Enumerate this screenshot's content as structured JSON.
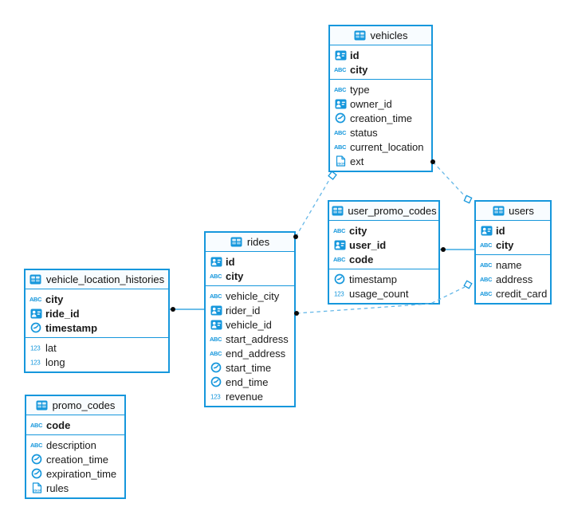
{
  "diagram": {
    "tool": "database-er-diagram",
    "colors": {
      "accent": "#1697dc",
      "dashed_line": "#66b8e8",
      "text": "#1a1a1a",
      "marker_dot": "#0a0a0a",
      "header_background": "#f8fcff"
    },
    "tables": [
      {
        "name": "vehicles",
        "columns": [
          {
            "label": "id",
            "type_icon": "id-badge",
            "key": true
          },
          {
            "label": "city",
            "type_icon": "text",
            "key": true
          },
          {
            "label": "type",
            "type_icon": "text",
            "key": false
          },
          {
            "label": "owner_id",
            "type_icon": "id-badge",
            "key": false
          },
          {
            "label": "creation_time",
            "type_icon": "timestamp",
            "key": false
          },
          {
            "label": "status",
            "type_icon": "text",
            "key": false
          },
          {
            "label": "current_location",
            "type_icon": "text",
            "key": false
          },
          {
            "label": "ext",
            "type_icon": "json",
            "key": false
          }
        ]
      },
      {
        "name": "user_promo_codes",
        "columns": [
          {
            "label": "city",
            "type_icon": "text",
            "key": true
          },
          {
            "label": "user_id",
            "type_icon": "id-badge",
            "key": true
          },
          {
            "label": "code",
            "type_icon": "text",
            "key": true
          },
          {
            "label": "timestamp",
            "type_icon": "timestamp",
            "key": false
          },
          {
            "label": "usage_count",
            "type_icon": "number",
            "key": false
          }
        ]
      },
      {
        "name": "users",
        "columns": [
          {
            "label": "id",
            "type_icon": "id-badge",
            "key": true
          },
          {
            "label": "city",
            "type_icon": "text",
            "key": true
          },
          {
            "label": "name",
            "type_icon": "text",
            "key": false
          },
          {
            "label": "address",
            "type_icon": "text",
            "key": false
          },
          {
            "label": "credit_card",
            "type_icon": "text",
            "key": false
          }
        ]
      },
      {
        "name": "rides",
        "columns": [
          {
            "label": "id",
            "type_icon": "id-badge",
            "key": true
          },
          {
            "label": "city",
            "type_icon": "text",
            "key": true
          },
          {
            "label": "vehicle_city",
            "type_icon": "text",
            "key": false
          },
          {
            "label": "rider_id",
            "type_icon": "id-badge",
            "key": false
          },
          {
            "label": "vehicle_id",
            "type_icon": "id-badge",
            "key": false
          },
          {
            "label": "start_address",
            "type_icon": "text",
            "key": false
          },
          {
            "label": "end_address",
            "type_icon": "text",
            "key": false
          },
          {
            "label": "start_time",
            "type_icon": "timestamp",
            "key": false
          },
          {
            "label": "end_time",
            "type_icon": "timestamp",
            "key": false
          },
          {
            "label": "revenue",
            "type_icon": "number",
            "key": false
          }
        ]
      },
      {
        "name": "vehicle_location_histories",
        "columns": [
          {
            "label": "city",
            "type_icon": "text",
            "key": true
          },
          {
            "label": "ride_id",
            "type_icon": "id-badge",
            "key": true
          },
          {
            "label": "timestamp",
            "type_icon": "timestamp",
            "key": true
          },
          {
            "label": "lat",
            "type_icon": "number",
            "key": false
          },
          {
            "label": "long",
            "type_icon": "number",
            "key": false
          }
        ]
      },
      {
        "name": "promo_codes",
        "columns": [
          {
            "label": "code",
            "type_icon": "text",
            "key": true
          },
          {
            "label": "description",
            "type_icon": "text",
            "key": false
          },
          {
            "label": "creation_time",
            "type_icon": "timestamp",
            "key": false
          },
          {
            "label": "expiration_time",
            "type_icon": "timestamp",
            "key": false
          },
          {
            "label": "rules",
            "type_icon": "json",
            "key": false
          }
        ]
      }
    ],
    "relationships": [
      {
        "from": "vehicle_location_histories",
        "to": "rides",
        "line": "solid"
      },
      {
        "from": "user_promo_codes",
        "to": "users",
        "line": "solid"
      },
      {
        "from": "rides",
        "to": "vehicles",
        "line": "dashed"
      },
      {
        "from": "vehicles",
        "to": "users",
        "line": "dashed"
      },
      {
        "from": "rides",
        "to": "users",
        "line": "dashed"
      }
    ]
  }
}
